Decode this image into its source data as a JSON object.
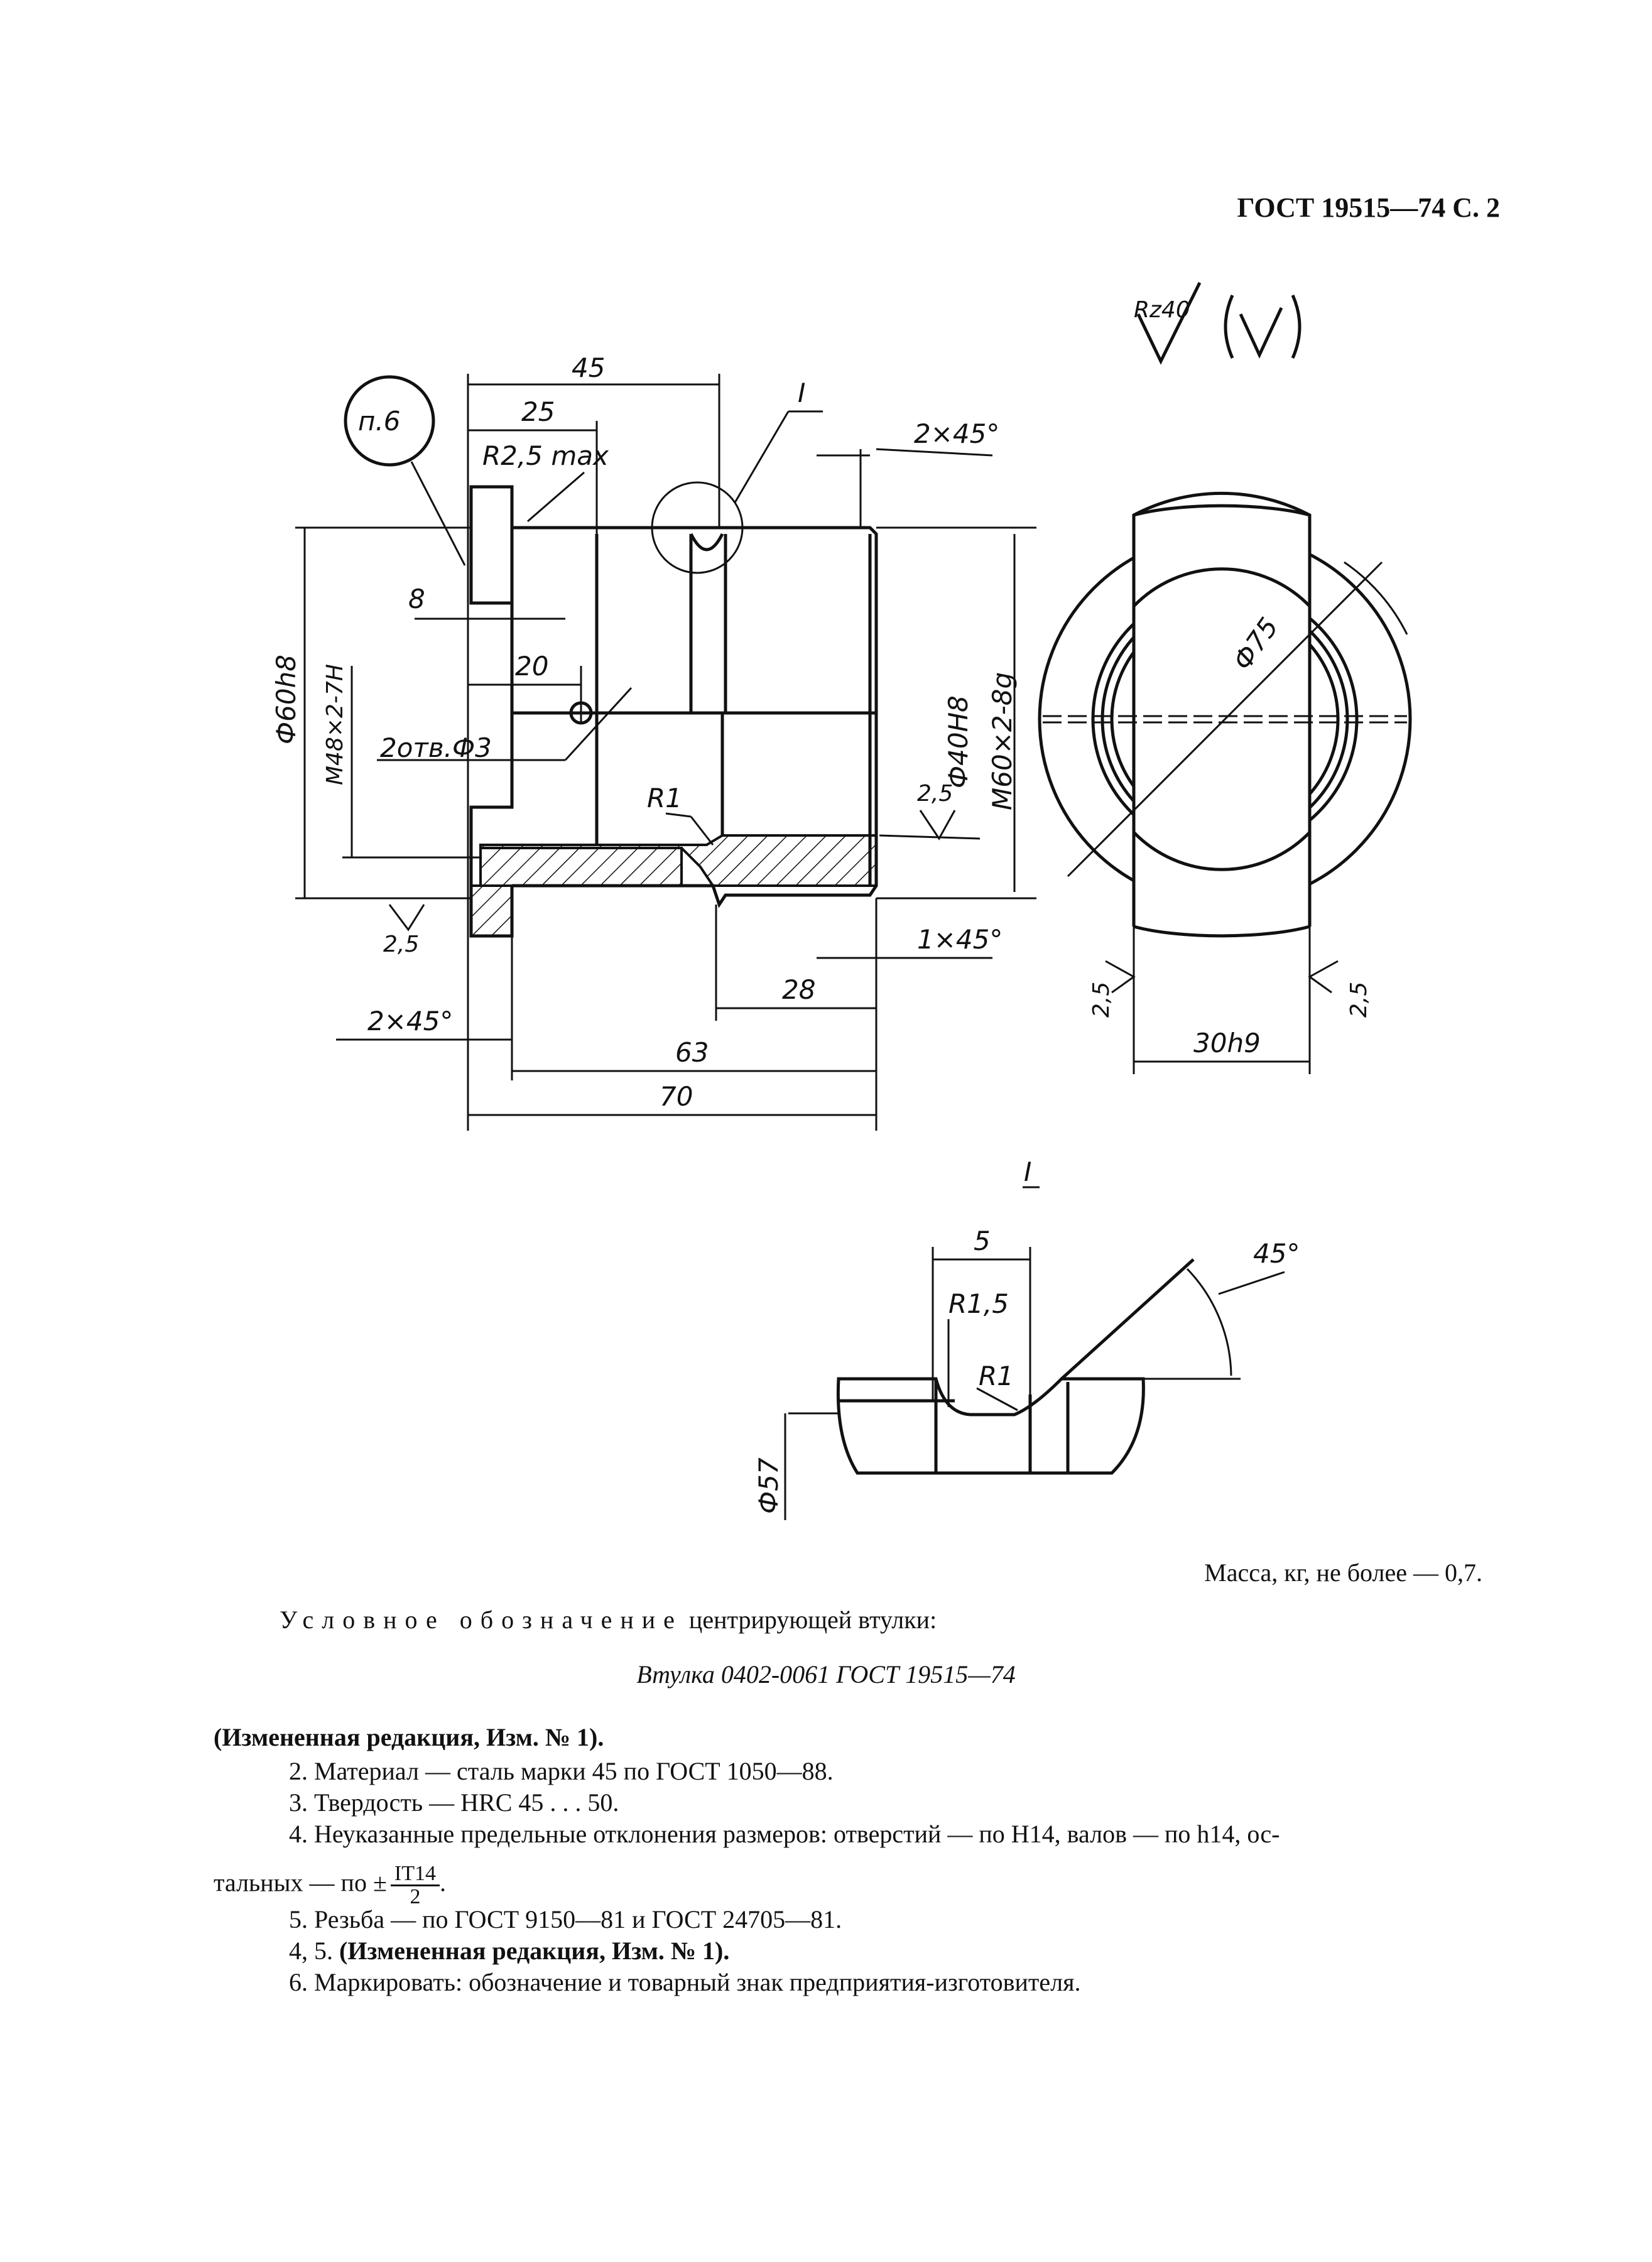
{
  "header": {
    "title": "ГОСТ 19515—74 С. 2"
  },
  "drawing": {
    "roughness_symbol": "Rz40",
    "roughness_general": "(√)",
    "section_ref": "I",
    "note_ref": "п.6",
    "dims": {
      "d45": "45",
      "d25": "25",
      "r25max": "R2,5 max",
      "chamfer_top": "2×45°",
      "d8": "8",
      "d20": "20",
      "holes": "2отв.Ф3",
      "phi60": "Ф60h8",
      "m48": "M48×2-7H",
      "phi40": "Ф40H8",
      "m60": "M60×2-8g",
      "r1": "R1",
      "rough25_a": "2,5",
      "rough25_b": "2,5",
      "chamfer_1": "1×45°",
      "d28": "28",
      "chamfer_2": "2×45°",
      "d63": "63",
      "d70": "70",
      "phi75": "Ф75",
      "rough25_c": "2,5",
      "rough25_d": "2,5",
      "w30": "30h9",
      "detail_title": "I",
      "detail_5": "5",
      "detail_r15": "R1,5",
      "detail_r1": "R1",
      "detail_45": "45°",
      "detail_phi57": "Ф57"
    }
  },
  "text": {
    "mass": "Масса, кг, не более — 0,7.",
    "designation_spaced": "Условное обозначение",
    "designation_rest": " центрирующей втулки:",
    "example": "Втулка 0402-0061 ГОСТ 19515—74",
    "amend1": "(Измененная редакция, Изм. № 1).",
    "item2": "2. Материал — сталь марки 45 по ГОСТ 1050—88.",
    "item3": "3. Твердость — HRC 45 . . . 50.",
    "item4": "4. Неуказанные предельные отклонения размеров: отверстий — по H14, валов — по h14, ос-",
    "item4b": "тальных — по ±",
    "item4_num": "IT14",
    "item4_den": "2",
    "item4_end": ".",
    "item5": "5. Резьба — по ГОСТ 9150—81 и ГОСТ 24705—81.",
    "amend2_prefix": "4, 5. ",
    "amend2": "(Измененная редакция, Изм. № 1).",
    "item6": "6. Маркировать: обозначение и товарный знак предприятия-изготовителя."
  }
}
